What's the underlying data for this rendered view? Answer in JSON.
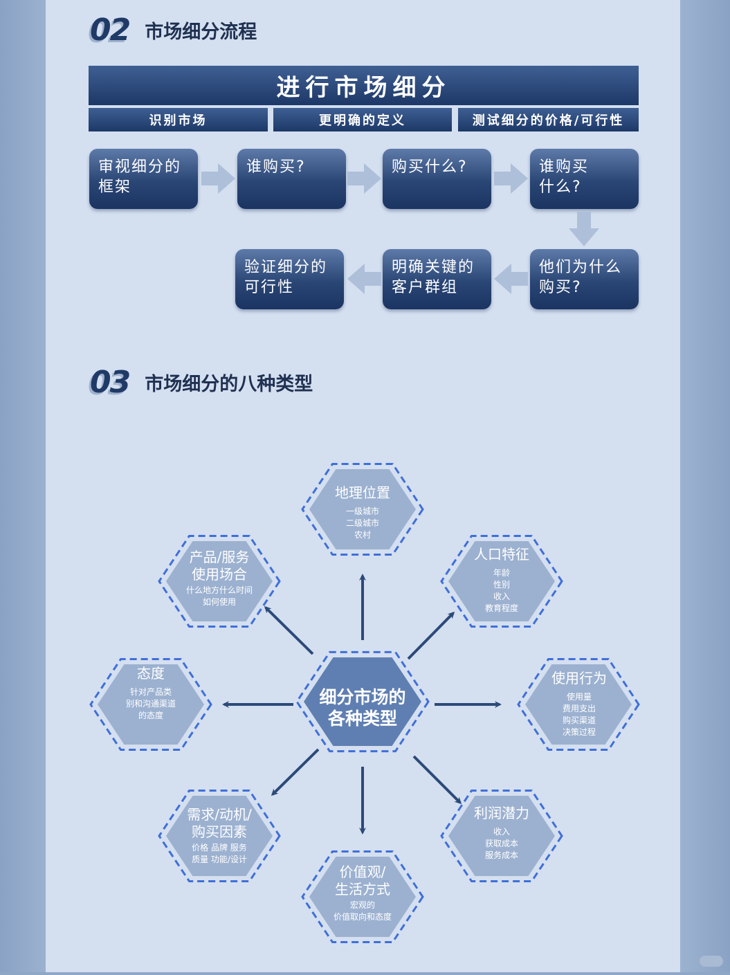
{
  "section2": {
    "num": "02",
    "title": "市场细分流程"
  },
  "banner": "进行市场细分",
  "subheaders": [
    "识别市场",
    "更明确的定义",
    "测试细分的价格/可行性"
  ],
  "steps": [
    "审视细分的\n框架",
    "谁购买?",
    "购买什么?",
    "谁购买\n什么?",
    "他们为什么\n购买?",
    "明确关键的\n客户群组",
    "验证细分的\n可行性"
  ],
  "section3": {
    "num": "03",
    "title": "市场细分的八种类型"
  },
  "center": {
    "title": "细分市场的\n各种类型"
  },
  "types": [
    {
      "title": "地理位置",
      "detail": "一级城市\n二级城市\n农村"
    },
    {
      "title": "人口特征",
      "detail": "年龄\n性别\n收入\n教育程度"
    },
    {
      "title": "使用行为",
      "detail": "使用量\n费用支出\n购买渠道\n决策过程"
    },
    {
      "title": "利润潜力",
      "detail": "收入\n获取成本\n服务成本"
    },
    {
      "title": "价值观/\n生活方式",
      "detail": "宏观的\n价值取向和态度"
    },
    {
      "title": "需求/动机/\n购买因素",
      "detail": "价格 品牌 服务\n质量 功能/设计"
    },
    {
      "title": "态度",
      "detail": "针对产品类\n别和沟通渠道\n的态度"
    },
    {
      "title": "产品/服务\n使用场合",
      "detail": "什么地方什么时间\n如何使用"
    }
  ],
  "colors": {
    "panel": "#d4dff0",
    "dark": "#1d3867",
    "hex_fill": "#9cb1d0",
    "hex_border": "#3f6fd8",
    "arrow": "#2c4a78"
  }
}
